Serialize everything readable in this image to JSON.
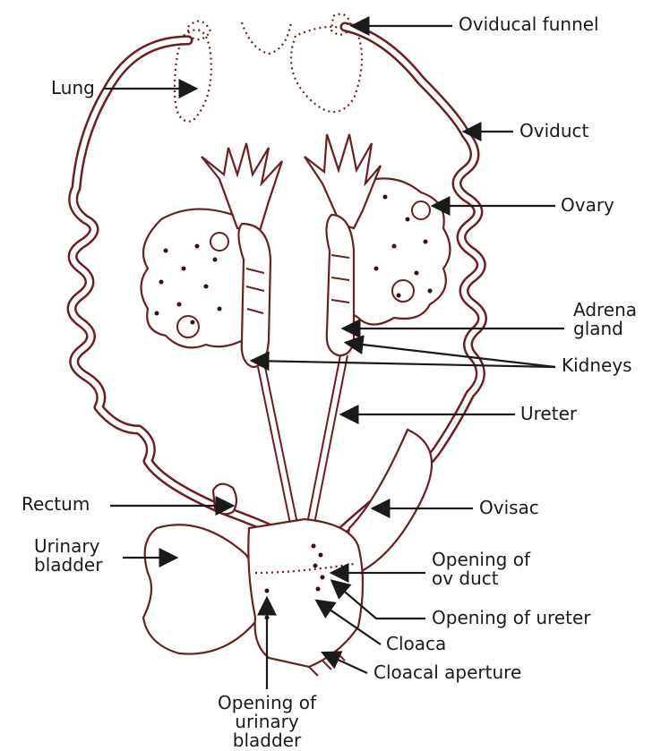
{
  "labels": {
    "oviducal_funnel": "Oviducal funnel",
    "lung": "Lung",
    "oviduct": "Oviduct",
    "ovary": "Ovary",
    "adrenal_gland": "Adrena gland",
    "kidneys": "Kidneys",
    "ureter": "Ureter",
    "rectum": "Rectum",
    "ovisac": "Ovisac",
    "urinary_bladder": "Urinary bladder",
    "opening_of_ov_duct": "Opening of ov duct",
    "opening_of_ureter": "Opening of ureter",
    "cloaca": "Cloaca",
    "cloacal_aperture": "Cloacal aperture",
    "opening_of_urinary_bladder": "Opening of urinary bladder"
  },
  "colors": {
    "outline": "#6b1f1f",
    "label_text": "#1a1a1a",
    "background": "#ffffff"
  }
}
